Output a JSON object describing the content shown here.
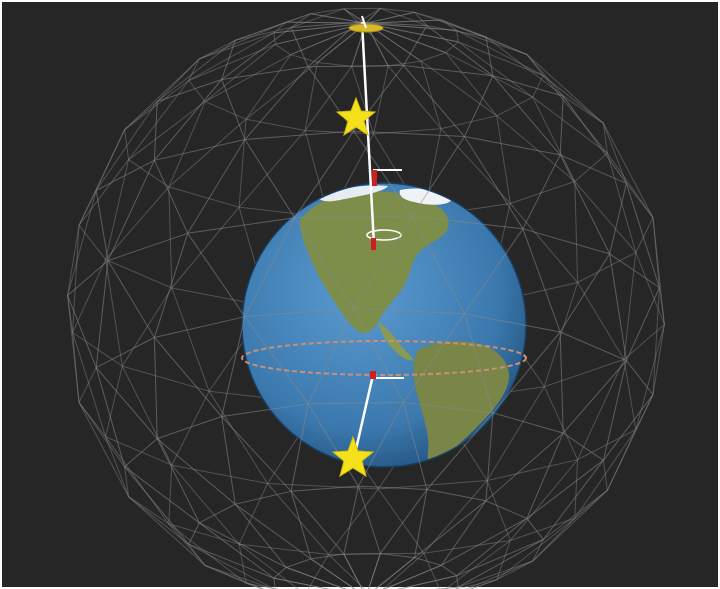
{
  "scene": {
    "background_color": "#262626",
    "border_color": "#ffffff",
    "celestial_sphere": {
      "type": "geodesic-wireframe",
      "line_color": "#8a8a8a"
    },
    "earth": {
      "view": "Americas",
      "ocean_color": "#3f7fb5",
      "land_color": "#7c8e4a",
      "ice_color": "#f0f3f6"
    },
    "equator": {
      "color": "#c79077"
    },
    "stars": [
      {
        "name": "upper-star",
        "color": "#f5e11a"
      },
      {
        "name": "lower-star",
        "color": "#f5e11a"
      }
    ],
    "celestial_pole_marker": {
      "color": "#d8b92a"
    },
    "axis": {
      "color": "#ffffff",
      "marker_color": "#cc1f1f"
    }
  }
}
